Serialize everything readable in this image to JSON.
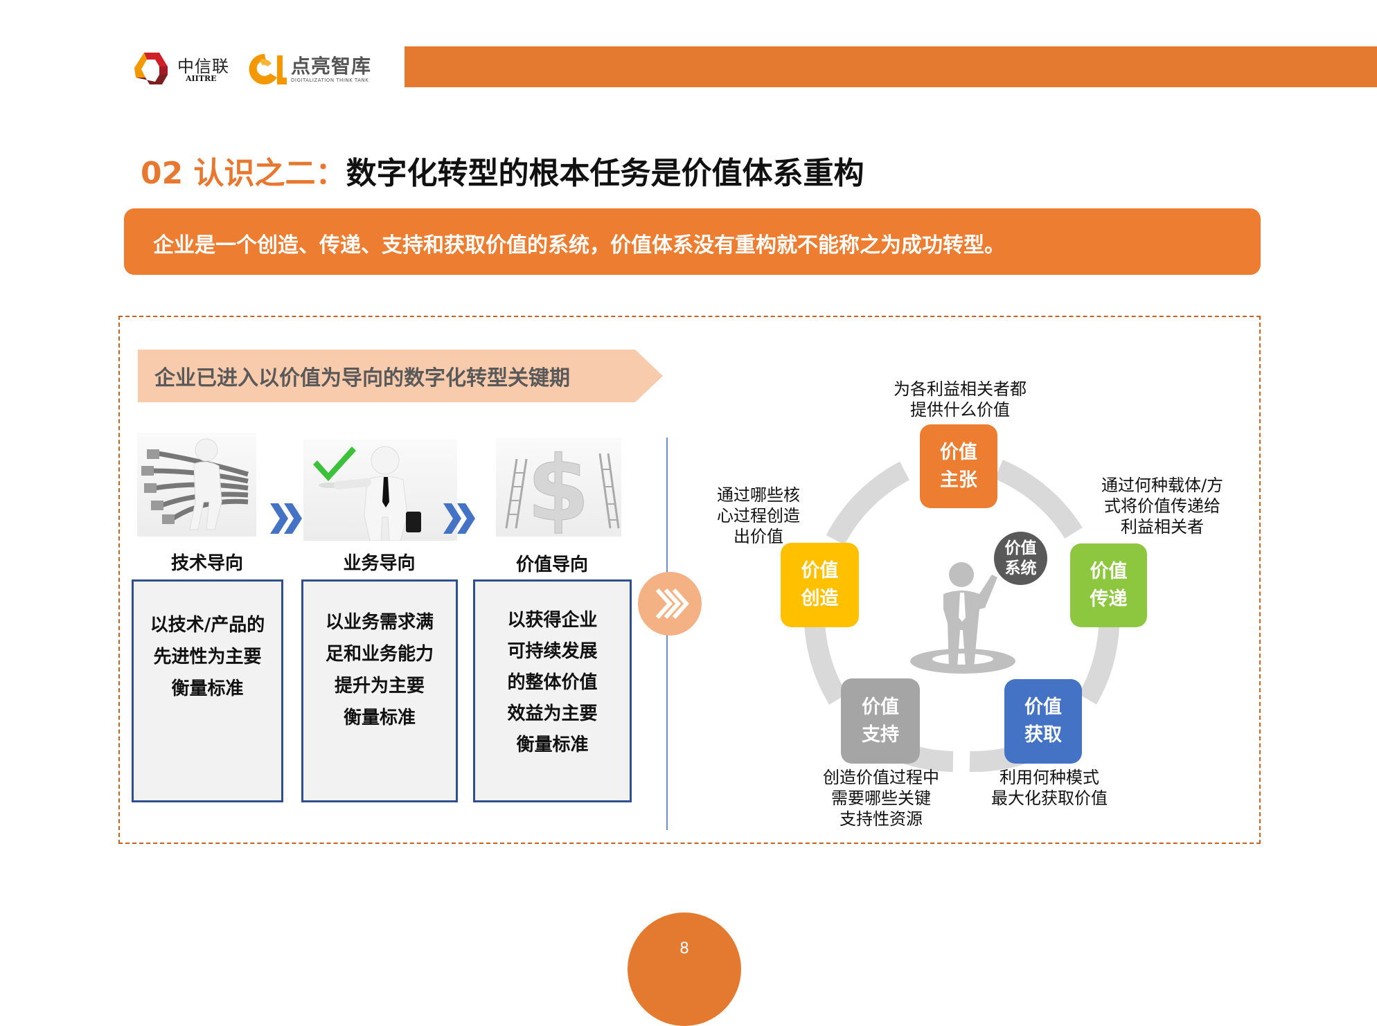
{
  "header": {
    "logo_aiitre": {
      "cn": "中信联",
      "en": "AIITRE"
    },
    "logo_think_tank": {
      "cn": "点亮智库",
      "en": "DIGITALIZATION THINK TANK"
    },
    "bar_color": "#E47A30"
  },
  "title": {
    "number": "02 认识之二：",
    "text": "数字化转型的根本任务是价值体系重构"
  },
  "banner": {
    "text": "企业是一个创造、传递、支持和获取价值的系统，价值体系没有重构就不能称之为成功转型。",
    "color": "#ED7D31"
  },
  "left_panel": {
    "header": "企业已进入以价值为导向的数字化转型关键期",
    "stages": [
      {
        "image": "person-with-network-cables",
        "label": "技术导向",
        "lines": [
          "以技术/产品的",
          "先进性为主要",
          "衡量标准"
        ]
      },
      {
        "image": "businessman-with-checkmark",
        "label": "业务导向",
        "lines": [
          "以业务需求满",
          "足和业务能力",
          "提升为主要",
          "衡量标准"
        ]
      },
      {
        "image": "dollar-sign-with-ladders",
        "label": "价值导向",
        "lines": [
          "以获得企业",
          "可持续发展",
          "的整体价值",
          "效益为主要",
          "衡量标准"
        ]
      }
    ]
  },
  "diagram": {
    "center": {
      "line1": "价值",
      "line2": "系统"
    },
    "nodes": [
      {
        "id": "proposition",
        "line1": "价值",
        "line2": "主张",
        "color": "#ED7D31",
        "caption": [
          "为各利益相关者都",
          "提供什么价值"
        ]
      },
      {
        "id": "delivery",
        "line1": "价值",
        "line2": "传递",
        "color": "#8DC63F",
        "caption": [
          "通过何种载体/方",
          "式将价值传递给",
          "利益相关者"
        ]
      },
      {
        "id": "capture",
        "line1": "价值",
        "line2": "获取",
        "color": "#4472C4",
        "caption": [
          "利用何种模式",
          "最大化获取价值"
        ]
      },
      {
        "id": "support",
        "line1": "价值",
        "line2": "支持",
        "color": "#A5A5A5",
        "caption": [
          "创造价值过程中",
          "需要哪些关键",
          "支持性资源"
        ]
      },
      {
        "id": "creation",
        "line1": "价值",
        "line2": "创造",
        "color": "#FFC000",
        "caption": [
          "通过哪些核",
          "心过程创造",
          "出价值"
        ]
      }
    ]
  },
  "footer": {
    "page_number": "8"
  }
}
